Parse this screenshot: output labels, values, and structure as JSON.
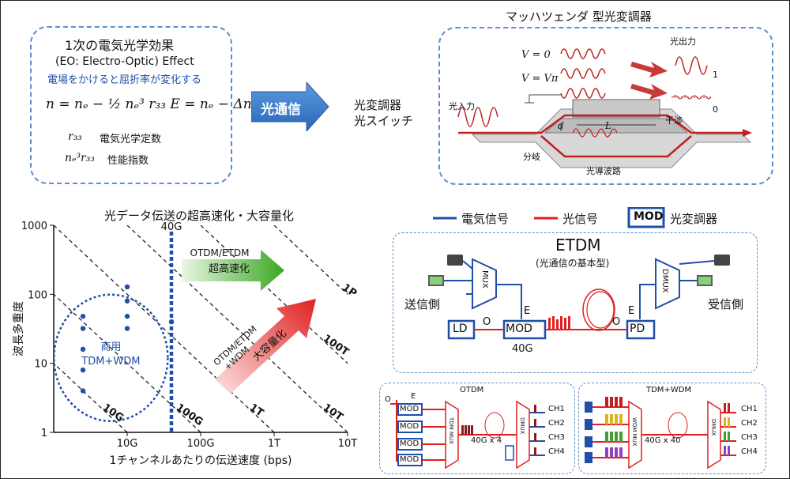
{
  "eo": {
    "title": "1次の電気光学効果",
    "subtitle": "(EO: Electro-Optic) Effect",
    "desc": "電場をかけると屈折率が変化する",
    "equation": "n = nₑ − ½ nₑ³ r₃₃ E = nₑ − Δn",
    "r33_sym": "r₃₃",
    "r33_desc": "電気光学定数",
    "fom_sym": "nₑ³r₃₃",
    "fom_desc": "性能指数"
  },
  "center_arrow": {
    "label": "光通信"
  },
  "center_text": {
    "line1": "光変調器",
    "line2": "光スイッチ"
  },
  "mz": {
    "title": "マッハツェンダ 型光変調器",
    "v0": "V = 0",
    "vpi": "V = Vπ",
    "out_label": "光出力",
    "in_label": "光入力",
    "out1": "1",
    "out0": "0",
    "interference": "干渉",
    "branch": "分岐",
    "waveguide": "光導波路",
    "d_label": "d",
    "L_label": "L"
  },
  "chart_title": "光データ伝送の超高速化・大容量化",
  "chart_data": {
    "type": "scatter",
    "xscale": "log",
    "yscale": "log",
    "xlabel": "1チャンネルあたりの伝送速度 (bps)",
    "ylabel": "波長多重度",
    "x_ticks": [
      "10G",
      "100G",
      "1T",
      "10T"
    ],
    "y_ticks": [
      "1",
      "10",
      "100",
      "1000"
    ],
    "xlim": [
      "1G",
      "10T"
    ],
    "ylim": [
      1,
      1000
    ],
    "points": [
      {
        "x": "2.5G",
        "y": 4
      },
      {
        "x": "2.5G",
        "y": 8
      },
      {
        "x": "2.5G",
        "y": 16
      },
      {
        "x": "2.5G",
        "y": 32
      },
      {
        "x": "2.5G",
        "y": 48
      },
      {
        "x": "10G",
        "y": 32
      },
      {
        "x": "10G",
        "y": 48
      },
      {
        "x": "10G",
        "y": 80
      },
      {
        "x": "10G",
        "y": 128
      },
      {
        "x": "40G",
        "y": 40
      }
    ],
    "capacity_lines": [
      "10G",
      "100G",
      "1T",
      "10T",
      "100T",
      "1P"
    ],
    "vline_label": "40G",
    "region_label": [
      "商用",
      "TDM+WDM"
    ],
    "arrow1_top": "OTDM/ETDM",
    "arrow1_label": "超高速化",
    "arrow2_top": [
      "OTDM/ETDM",
      "+WDM"
    ],
    "arrow2_label": "大容量化"
  },
  "legend": {
    "electric": "電気信号",
    "optical": "光信号",
    "mod_box": "MOD",
    "mod_desc": "光変調器"
  },
  "etdm": {
    "title": "ETDM",
    "subtitle": "(光通信の基本型)",
    "mux": "MUX",
    "dmux": "DMUX",
    "tx": "送信側",
    "rx": "受信側",
    "ld": "LD",
    "mod": "MOD",
    "pd": "PD",
    "o1": "O",
    "e1": "E",
    "o2": "O",
    "e2": "E",
    "rate": "40G"
  },
  "otdm": {
    "title": "OTDM",
    "o": "O",
    "e": "E",
    "mods": [
      "MOD",
      "MOD",
      "MOD",
      "MOD"
    ],
    "rate": "40G x 4",
    "mux": "TDM MUX",
    "dmux": "DMUX",
    "ch": [
      "CH1",
      "CH2",
      "CH3",
      "CH4"
    ]
  },
  "tdmwdm": {
    "title": "TDM+WDM",
    "mux": "WDM MUX",
    "dmux": "DMUX",
    "rate": "40G x 40",
    "ch": [
      "CH1",
      "CH2",
      "CH3",
      "CH4"
    ]
  },
  "colors": {
    "electric": "#1f4fa8",
    "optical": "#e02020",
    "box_border": "#5b8fc9",
    "green": "#3aa820",
    "red_arrow": "#e83030"
  }
}
